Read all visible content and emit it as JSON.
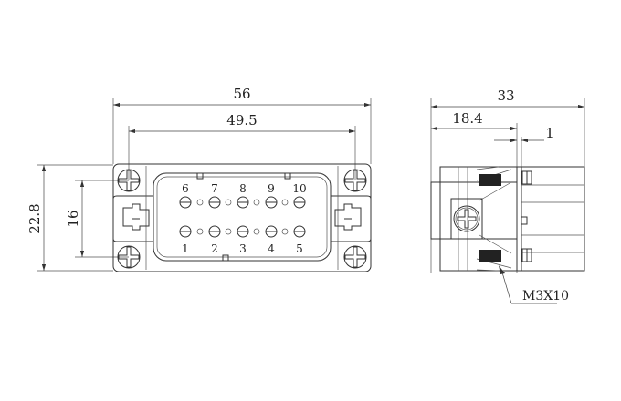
{
  "front_view": {
    "dimensions": {
      "overall_width": "56",
      "screw_pitch": "49.5",
      "overall_height": "22.8",
      "screw_vertical_pitch": "16"
    },
    "pin_labels_top": [
      "6",
      "7",
      "8",
      "9",
      "10"
    ],
    "pin_labels_bottom": [
      "1",
      "2",
      "3",
      "4",
      "5"
    ]
  },
  "side_view": {
    "dimensions": {
      "overall_depth": "33",
      "flange_offset": "18.4",
      "flange_thickness": "1"
    },
    "screw_callout": "M3X10"
  }
}
